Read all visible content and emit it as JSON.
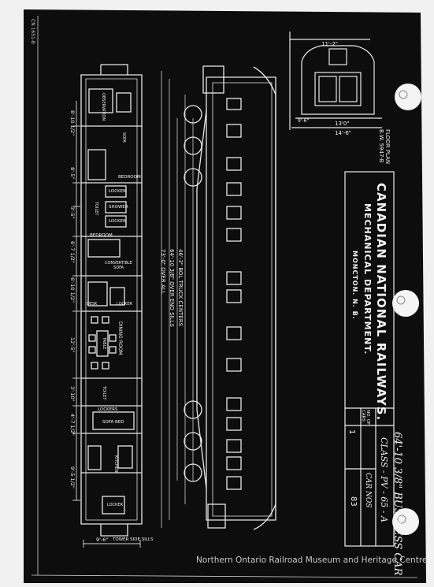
{
  "title_block": {
    "company": "CANADIAN NATIONAL RAILWAYS.",
    "department": "MECHANICAL DEPARTMENT.",
    "location": "MONCTON.  N. B.",
    "car_title": "64'-10 3/8\" BUSINESS CAR",
    "car_class": "CLASS - PV - 65 - A",
    "no_of_cars_label": "NO. OF CARS",
    "no_of_cars_value": "1",
    "car_nos_label": "CAR NOS",
    "car_nos_value": "83"
  },
  "floor_plan_label": "FLOOR PLAN",
  "drawing_number": "B.W. 5947-B",
  "end_view_dims": {
    "top": "11'-2\"",
    "width_inner": "13'0\"",
    "width_outer": "14'-6\"",
    "left_small": "9'-6\""
  },
  "rooms": [
    "OBSERVATION",
    "SOFA",
    "BEDROOM",
    "LOCKER",
    "SHOWER",
    "LOCKER",
    "TOILET",
    "BEDROOM",
    "CONVERTIBLE SOFA",
    "DESK",
    "LOCKER",
    "DINING ROOM",
    "TABLE",
    "TOILET",
    "LOCKERS",
    "SOFA BED",
    "KITCHEN",
    "LOCKER"
  ],
  "side_dims": [
    "8'-10 1/2\"",
    "8'-5\"",
    "3'-5\"",
    "6'-7 1/2\"",
    "6'-10 1/2\"",
    "12'-5\"",
    "3'-10\"",
    "4'-7 1/2\"",
    "9'-5 1/2\""
  ],
  "overall_dims": [
    "46'-3\" BOL TRUCK CENTERS",
    "64'-10 3/8\" OVER END SILLS",
    "73'-0\" OVER ALL"
  ],
  "bottom_dim": "9'-6\"",
  "bottom_dim_label": "TOWER SIDE SILLS",
  "corner_label": "CN 1651-B",
  "watermark": "Northern Ontario Railroad Museum and Heritage Centre"
}
